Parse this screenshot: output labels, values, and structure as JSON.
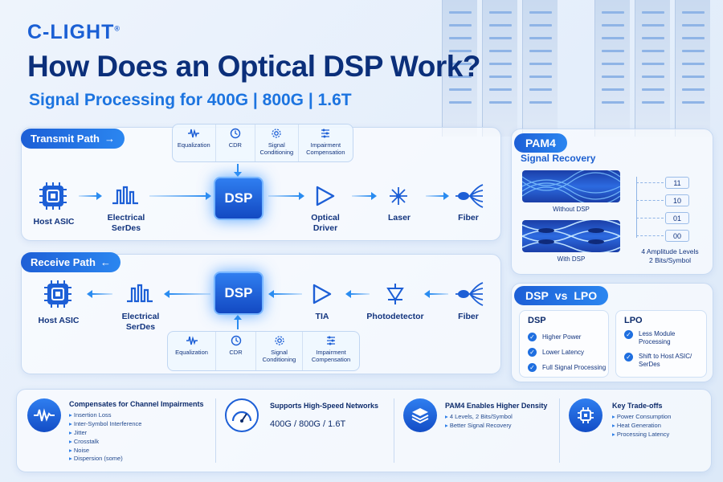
{
  "brand": {
    "logo": "C-LIGHT",
    "reg": "®"
  },
  "title": "How Does an Optical DSP Work?",
  "subtitle": "Signal Processing for 400G | 800G | 1.6T",
  "transmit": {
    "label": "Transmit Path",
    "arrow": "→",
    "functions": [
      "Equalization",
      "CDR",
      "Signal Conditioning",
      "Impairment Compensation"
    ],
    "nodes": [
      "Host ASIC",
      "Electrical SerDes",
      "DSP",
      "Optical Driver",
      "Laser",
      "Fiber"
    ]
  },
  "receive": {
    "label": "Receive Path",
    "arrow": "←",
    "functions": [
      "Equalization",
      "CDR",
      "Signal Conditioning",
      "Impairment Compensation"
    ],
    "nodes": [
      "Host ASIC",
      "Electrical SerDes",
      "DSP",
      "TIA",
      "Photodetector",
      "Fiber"
    ]
  },
  "pam4": {
    "title": "PAM4",
    "subtitle": "Signal Recovery",
    "without": "Without DSP",
    "with": "With DSP",
    "levels": [
      "11",
      "10",
      "01",
      "00"
    ],
    "caption1": "4 Amplitude Levels",
    "caption2": "2 Bits/Symbol"
  },
  "dsp_vs_lpo": {
    "title_a": "DSP",
    "vs": "vs",
    "title_b": "LPO",
    "dsp_heading": "DSP",
    "dsp_items": [
      "Higher Power",
      "Lower Latency",
      "Full Signal Processing"
    ],
    "lpo_heading": "LPO",
    "lpo_items": [
      "Less Module Processing",
      "Shift to Host ASIC/ SerDes"
    ]
  },
  "bottom": [
    {
      "icon": "waveform-icon",
      "title": "Compensates for Channel Impairments",
      "items": [
        "Insertion Loss",
        "Inter-Symbol Interference",
        "Jitter",
        "Crosstalk",
        "Noise",
        "Dispersion (some)"
      ]
    },
    {
      "icon": "speedometer-icon",
      "title": "Supports High-Speed Networks",
      "highlight": "400G / 800G / 1.6T"
    },
    {
      "icon": "layers-icon",
      "title": "PAM4 Enables Higher Density",
      "items": [
        "4 Levels, 2 Bits/Symbol",
        "Better Signal Recovery"
      ]
    },
    {
      "icon": "chip-icon",
      "title": "Key Trade-offs",
      "items": [
        "Power Consumption",
        "Heat Generation",
        "Processing Latency"
      ]
    }
  ],
  "colors": {
    "accent": "#1d5fd6",
    "title": "#0b2f7a",
    "subtitle": "#1c74e0",
    "glow": "#2a8cf0"
  }
}
